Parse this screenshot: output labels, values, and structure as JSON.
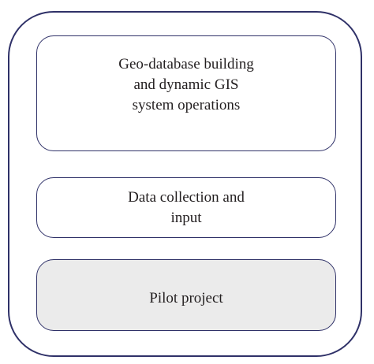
{
  "diagram": {
    "blocks": [
      {
        "lines": [
          "Geo-database building",
          "and dynamic GIS",
          "system operations"
        ]
      },
      {
        "lines": [
          "Data collection and",
          "input"
        ]
      },
      {
        "lines": [
          "Pilot project"
        ]
      }
    ],
    "colors": {
      "border": "#2f3168",
      "text": "#231f20",
      "highlight_fill": "#ebebeb"
    }
  }
}
